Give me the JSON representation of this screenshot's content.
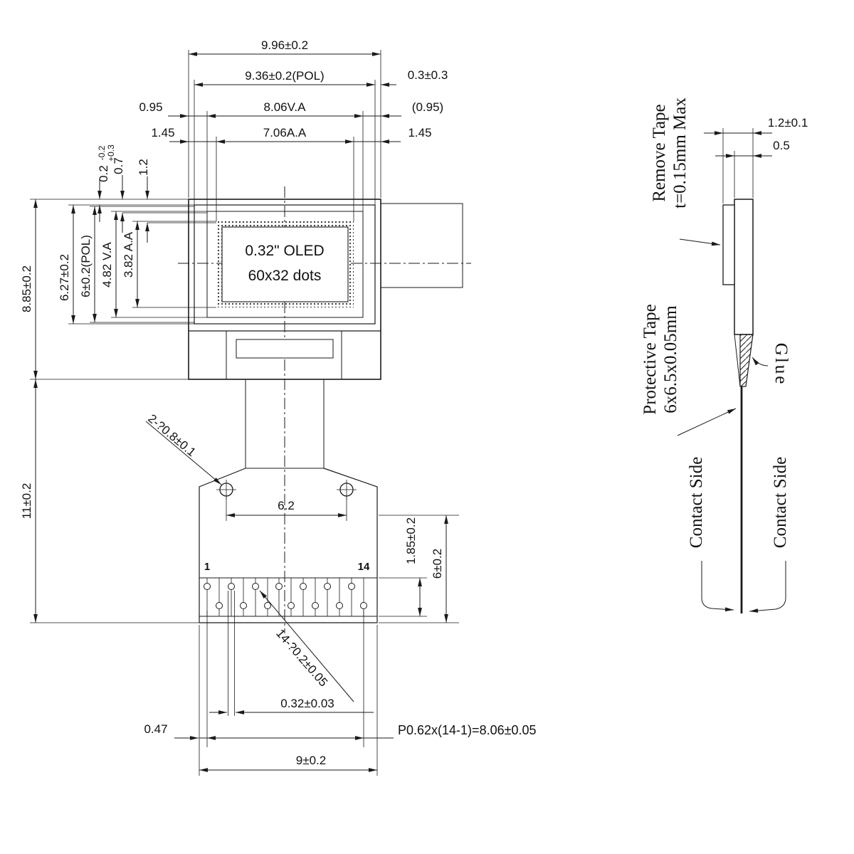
{
  "colors": {
    "ink": "#1a1a1a",
    "paper": "#ffffff"
  },
  "front_view": {
    "oled": {
      "line1": "0.32\" OLED",
      "line2": "60x32 dots"
    },
    "top": {
      "overall": "9.96±0.2",
      "pol": "9.36±0.2(POL)",
      "gap": "0.3±0.3",
      "va_left": "0.95",
      "va": "8.06V.A",
      "va_right": "(0.95)",
      "aa_left": "1.45",
      "aa": "7.06A.A",
      "aa_right": "1.45"
    },
    "left": {
      "gap_main": "0.2",
      "gap_plus": "+0.3",
      "gap_minus": "-0.2",
      "va_top": "0.7",
      "aa_top": "1.2",
      "glass_h": "8.85±0.2",
      "pol_outer_h": "6.27±0.2",
      "pol_h": "6±0.2(POL)",
      "va_h": "4.82 V.A",
      "aa_h": "3.82 A.A",
      "tail_h": "11±0.2"
    },
    "tail": {
      "holes": "2-?0.8±0.1",
      "hole_pitch": "6.2",
      "pin_first": "1",
      "pin_last": "14",
      "pad_offset": "1.85±0.2",
      "contact_h": "6±0.2",
      "pads": "14-?0.2±0.05",
      "pad_w": "0.32±0.03",
      "edge": "0.47",
      "pitch": "P0.62x(14-1)=8.06±0.05",
      "tail_w": "9±0.2"
    }
  },
  "side_view": {
    "remove_tape1": "Remove Tape",
    "remove_tape2": "t=0.15mm Max",
    "thickness_total": "1.2±0.1",
    "thickness_panel": "0.5",
    "protect1": "Protective Tape",
    "protect2": "6x6.5x0.05mm",
    "glue": "Glue",
    "contact_left": "Contact Side",
    "contact_right": "Contact Side"
  }
}
